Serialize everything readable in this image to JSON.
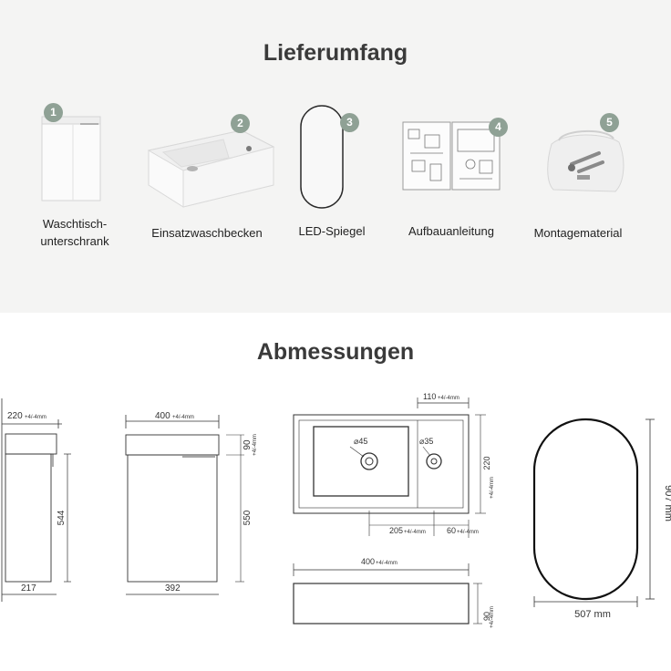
{
  "scope_section": {
    "title": "Lieferumfang",
    "items": [
      {
        "number": "1",
        "label": "Waschtisch-\nunterschrank",
        "icon": "cabinet-icon"
      },
      {
        "number": "2",
        "label": "Einsatzwaschbecken",
        "icon": "basin-icon"
      },
      {
        "number": "3",
        "label": "LED-Spiegel",
        "icon": "mirror-icon"
      },
      {
        "number": "4",
        "label": "Aufbauanleitung",
        "icon": "manual-icon"
      },
      {
        "number": "5",
        "label": "Montagematerial",
        "icon": "hardware-bag-icon"
      }
    ]
  },
  "dimensions_section": {
    "title": "Abmessungen",
    "cabinet_side": {
      "depth_top": "220",
      "depth_top_tol": "+4/-4mm",
      "height": "544",
      "depth_bottom": "217"
    },
    "cabinet_front": {
      "width_top": "400",
      "width_top_tol": "+4/-4mm",
      "top_height": "90",
      "top_height_tol": "+4/-4mm",
      "height": "550",
      "width_bottom": "392"
    },
    "basin_top": {
      "tap_offset": "110",
      "tap_offset_tol": "+4/-4mm",
      "drain_dia": "⌀45",
      "tap_dia": "⌀35",
      "depth": "220",
      "depth_tol": "+4/-4mm",
      "drain_pos": "205",
      "drain_pos_tol": "+4/-4mm",
      "tap_pos": "60",
      "tap_pos_tol": "+4/-4mm"
    },
    "basin_front": {
      "width": "400",
      "width_tol": "+4/-4mm",
      "height": "90",
      "height_tol": "+4/-4mm"
    },
    "mirror": {
      "height": "907 mm",
      "width": "507 mm"
    }
  }
}
